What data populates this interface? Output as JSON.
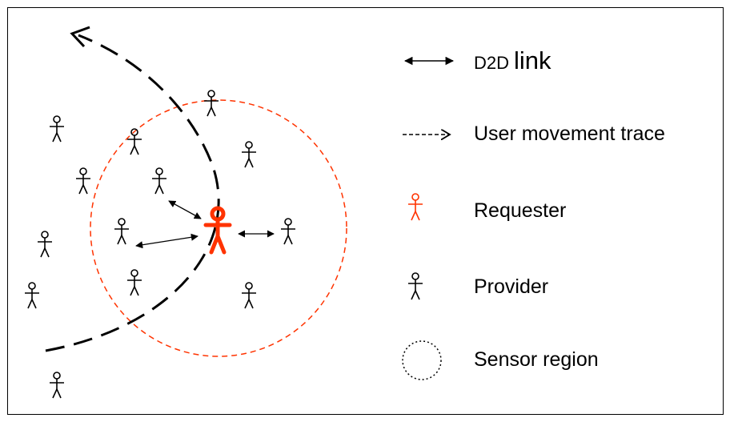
{
  "legend": {
    "link_prefix": "D2D",
    "link_word": "link",
    "movement": "User movement trace",
    "requester": "Requester",
    "provider": "Provider",
    "sensor": "Sensor region"
  },
  "colors": {
    "requester": "#ff3300",
    "provider": "#000000",
    "sensor_circle": "#ff3300",
    "trace": "#000000"
  },
  "icons": {
    "person": "stick-figure-icon",
    "link": "double-arrow-icon",
    "trace": "dashed-arrow-icon",
    "sensor": "dotted-circle-icon"
  }
}
